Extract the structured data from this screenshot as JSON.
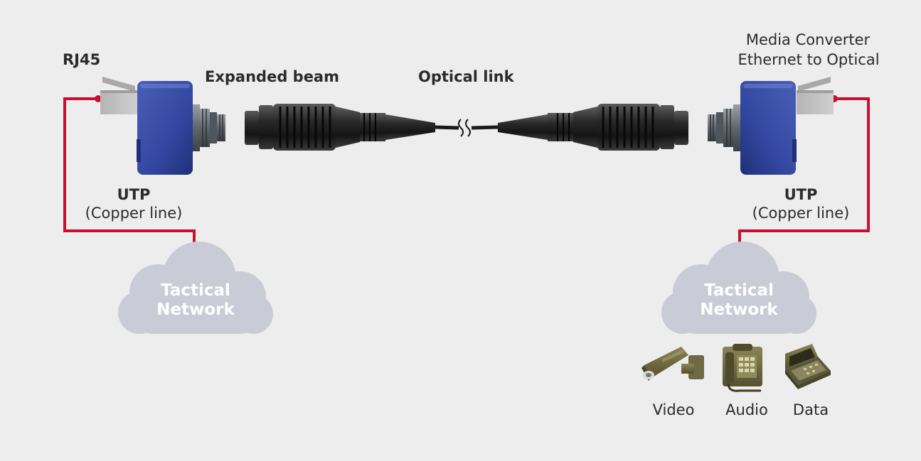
{
  "labels": {
    "rj45": "RJ45",
    "expanded_beam": "Expanded beam",
    "optical_link": "Optical link",
    "media_converter_line1": "Media Converter",
    "media_converter_line2": "Ethernet to Optical",
    "utp_left": "UTP",
    "copper_left": "(Copper line)",
    "utp_right": "UTP",
    "copper_right": "(Copper line)"
  },
  "clouds": {
    "left": {
      "line1": "Tactical",
      "line2": "Network"
    },
    "right": {
      "line1": "Tactical",
      "line2": "Network"
    }
  },
  "devices": [
    {
      "name": "Video",
      "icon": "cctv-camera-icon"
    },
    {
      "name": "Audio",
      "icon": "field-telephone-icon"
    },
    {
      "name": "Data",
      "icon": "rugged-laptop-case-icon"
    }
  ],
  "colors": {
    "copper_line": "#c8102e",
    "converter_body": "#3b4fa0",
    "cloud": "#c9ccd6",
    "device": "#6e6a45"
  }
}
